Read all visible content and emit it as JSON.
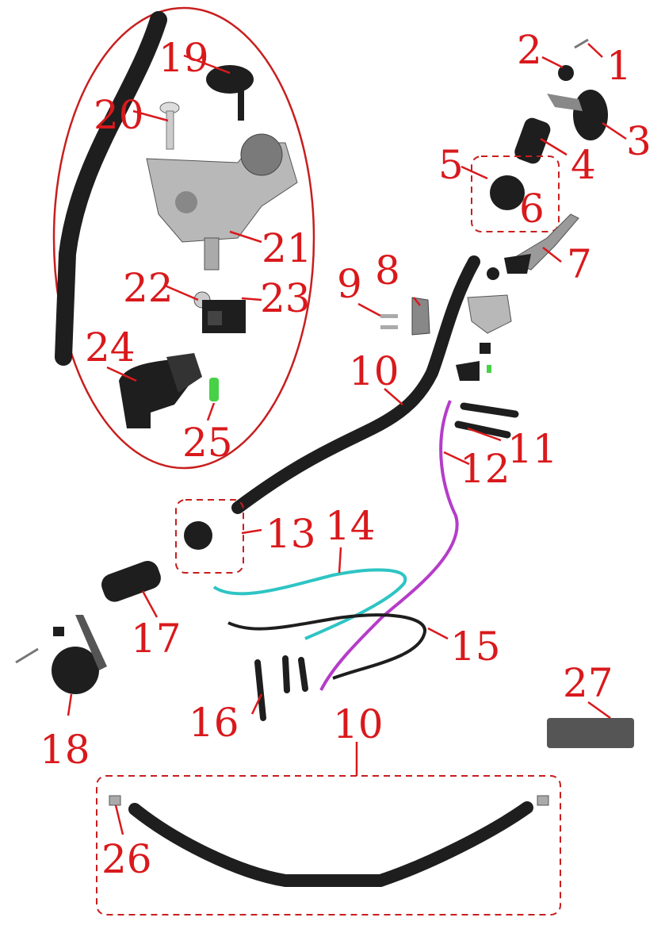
{
  "colors": {
    "callout": "#d9191c",
    "frame": "#c81e1e",
    "throttle_cable": "#2ec4c4",
    "clutch_cable": "#b53cc9",
    "handlebar": "#1e1e1e"
  },
  "callouts": [
    {
      "id": "1",
      "label": "1"
    },
    {
      "id": "2",
      "label": "2"
    },
    {
      "id": "3",
      "label": "3"
    },
    {
      "id": "4",
      "label": "4"
    },
    {
      "id": "5",
      "label": "5"
    },
    {
      "id": "6",
      "label": "6"
    },
    {
      "id": "7",
      "label": "7"
    },
    {
      "id": "8",
      "label": "8"
    },
    {
      "id": "9",
      "label": "9"
    },
    {
      "id": "10a",
      "label": "10"
    },
    {
      "id": "10b",
      "label": "10"
    },
    {
      "id": "11",
      "label": "11"
    },
    {
      "id": "12",
      "label": "12"
    },
    {
      "id": "13",
      "label": "13"
    },
    {
      "id": "14",
      "label": "14"
    },
    {
      "id": "15",
      "label": "15"
    },
    {
      "id": "16",
      "label": "16"
    },
    {
      "id": "17",
      "label": "17"
    },
    {
      "id": "18",
      "label": "18"
    },
    {
      "id": "19",
      "label": "19"
    },
    {
      "id": "20",
      "label": "20"
    },
    {
      "id": "21",
      "label": "21"
    },
    {
      "id": "22",
      "label": "22"
    },
    {
      "id": "23",
      "label": "23"
    },
    {
      "id": "24",
      "label": "24"
    },
    {
      "id": "25",
      "label": "25"
    },
    {
      "id": "26",
      "label": "26"
    },
    {
      "id": "27",
      "label": "27"
    }
  ]
}
